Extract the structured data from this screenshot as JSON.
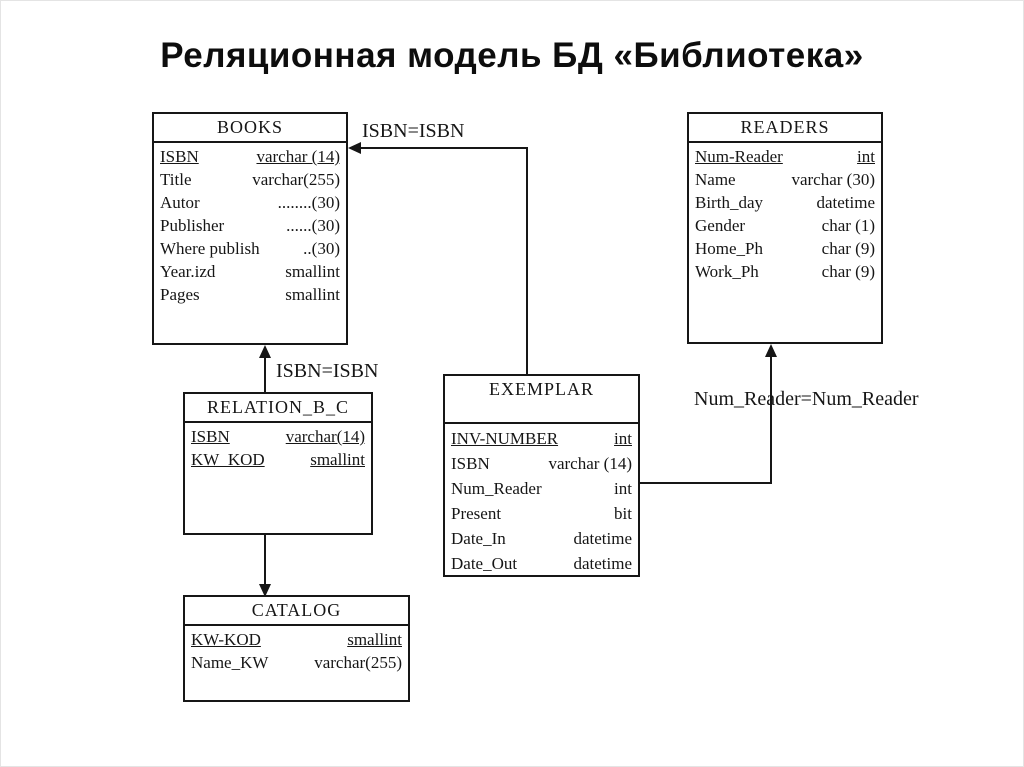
{
  "page": {
    "title": "Реляционная модель БД «Библиотека»"
  },
  "tables": {
    "books": {
      "title": "BOOKS",
      "fields": [
        {
          "name": "ISBN",
          "type": "varchar (14)",
          "key": true
        },
        {
          "name": "Title",
          "type": "varchar(255)",
          "key": false
        },
        {
          "name": "Autor",
          "type": "........(30)",
          "key": false
        },
        {
          "name": "Publisher",
          "type": "......(30)",
          "key": false
        },
        {
          "name": "Where publish",
          "type": "..(30)",
          "key": false
        },
        {
          "name": "Year.izd",
          "type": "smallint",
          "key": false
        },
        {
          "name": "Pages",
          "type": "smallint",
          "key": false
        }
      ]
    },
    "readers": {
      "title": "READERS",
      "fields": [
        {
          "name": "Num-Reader",
          "type": "int",
          "key": true
        },
        {
          "name": "Name",
          "type": "varchar (30)",
          "key": false
        },
        {
          "name": "Birth_day",
          "type": "datetime",
          "key": false
        },
        {
          "name": "Gender",
          "type": "char (1)",
          "key": false
        },
        {
          "name": "Home_Ph",
          "type": "char (9)",
          "key": false
        },
        {
          "name": "Work_Ph",
          "type": "char (9)",
          "key": false
        }
      ]
    },
    "relation_b_c": {
      "title": "RELATION_B_C",
      "fields": [
        {
          "name": "ISBN",
          "type": "varchar(14)",
          "key": true
        },
        {
          "name": "KW_KOD",
          "type": "smallint",
          "key": true
        }
      ]
    },
    "exemplar": {
      "title": "EXEMPLAR",
      "fields": [
        {
          "name": "INV-NUMBER",
          "type": "int",
          "key": true
        },
        {
          "name": "ISBN",
          "type": "varchar (14)",
          "key": false
        },
        {
          "name": "Num_Reader",
          "type": "int",
          "key": false
        },
        {
          "name": "Present",
          "type": "bit",
          "key": false
        },
        {
          "name": "Date_In",
          "type": "datetime",
          "key": false
        },
        {
          "name": "Date_Out",
          "type": "datetime",
          "key": false
        }
      ]
    },
    "catalog": {
      "title": "CATALOG",
      "fields": [
        {
          "name": "KW-KOD",
          "type": "smallint",
          "key": true
        },
        {
          "name": "Name_KW",
          "type": "varchar(255)",
          "key": false
        }
      ]
    }
  },
  "relations": [
    {
      "from": "EXEMPLAR",
      "to": "BOOKS",
      "label": "ISBN=ISBN"
    },
    {
      "from": "RELATION_B_C",
      "to": "BOOKS",
      "label": "ISBN=ISBN"
    },
    {
      "from": "RELATION_B_C",
      "to": "CATALOG",
      "label": ""
    },
    {
      "from": "EXEMPLAR",
      "to": "READERS",
      "label": "Num_Reader=Num_Reader"
    }
  ]
}
